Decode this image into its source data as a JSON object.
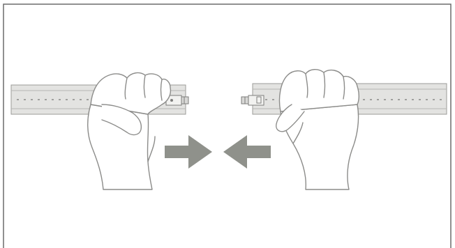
{
  "diagram": {
    "kind": "assembly-instruction",
    "description_icons": [
      "left-rail",
      "right-rail",
      "left-hand",
      "right-hand",
      "push-right-arrow",
      "push-left-arrow",
      "rail-connector-plug",
      "rail-connector-socket"
    ],
    "colors": {
      "frame": "#6b6b6b",
      "rail_fill": "#e3e3e1",
      "rail_edge": "#9b9b98",
      "rail_dash": "#8a8a88",
      "hand_fill": "#ffffff",
      "hand_stroke": "#8c8c8a",
      "arrow_fill": "#8f918b"
    }
  }
}
